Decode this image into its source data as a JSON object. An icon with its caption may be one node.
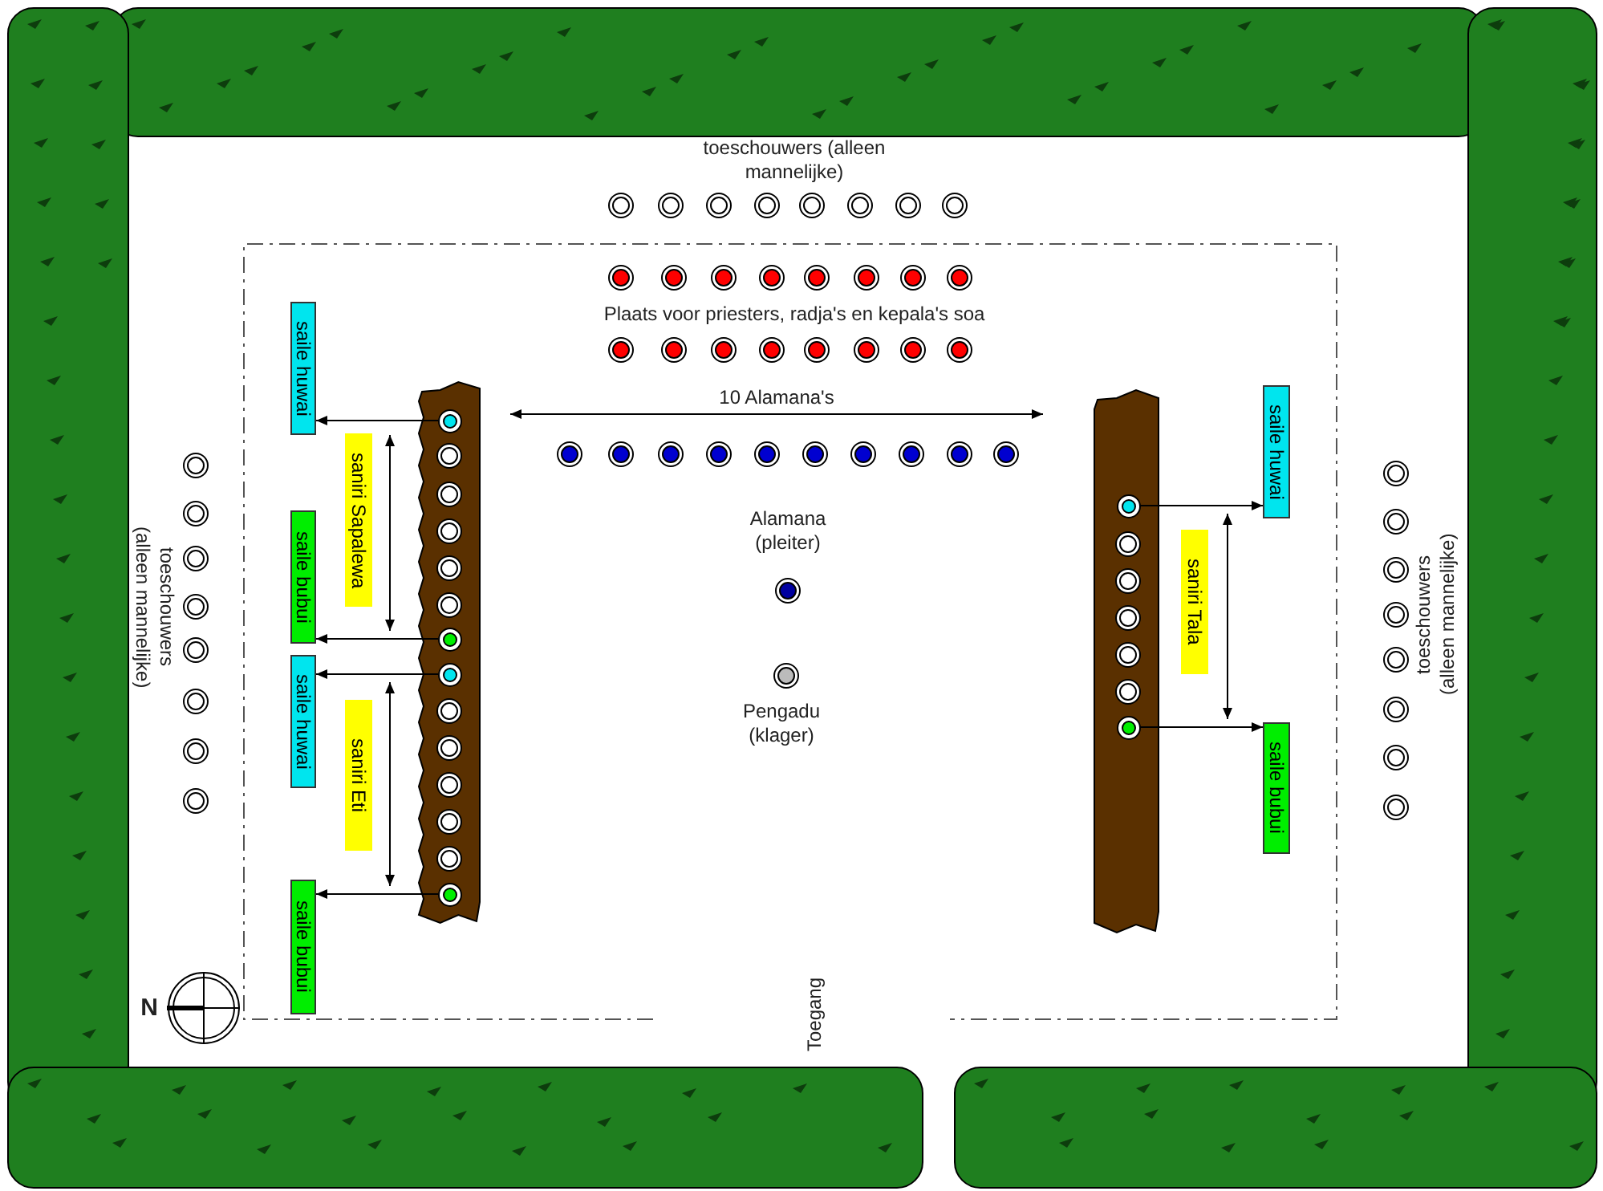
{
  "diagram": {
    "nodes": [
      {
        "text": [
          "saile huwai"
        ]
      },
      {
        "text": [
          "saile bubui"
        ]
      },
      {
        "text": [
          "saile huwai"
        ]
      },
      {
        "text": [
          "saile bubui"
        ]
      },
      {
        "text": [
          "saile huwai"
        ]
      },
      {
        "text": [
          "saile bubui"
        ]
      },
      {
        "text": [],
        "shape": "circle"
      },
      {
        "text": [],
        "shape": "circle"
      },
      {
        "text": [],
        "shape": "circle"
      },
      {
        "text": [],
        "shape": "circle"
      },
      {
        "text": [],
        "shape": "circle"
      },
      {
        "text": [],
        "shape": "circle"
      },
      {
        "text": [
          "saniri Sapalewa"
        ]
      },
      {
        "text": [
          "saniri Eti"
        ]
      },
      {
        "text": [
          "saniri Tala"
        ]
      }
    ],
    "edges": [
      {
        "from": 6,
        "to": 0,
        "arrow": "to"
      },
      {
        "from": 7,
        "to": 1,
        "arrow": "to"
      },
      {
        "from": 8,
        "to": 2,
        "arrow": "to"
      },
      {
        "from": 9,
        "to": 3,
        "arrow": "to"
      },
      {
        "from": 10,
        "to": 4,
        "arrow": "to"
      },
      {
        "from": 11,
        "to": 5,
        "arrow": "to"
      }
    ],
    "labels": [
      "toeschouwers (alleen mannelijke)",
      "Plaats voor priesters, radja's en kepala's soa",
      "10 Alamana's",
      "toeschouwers (alleen mannelijke)",
      "Alamana (pleiter)",
      "Pengadu (klager)",
      "toeschouwers (alleen mannelijke)",
      "N",
      "Toegang"
    ]
  }
}
